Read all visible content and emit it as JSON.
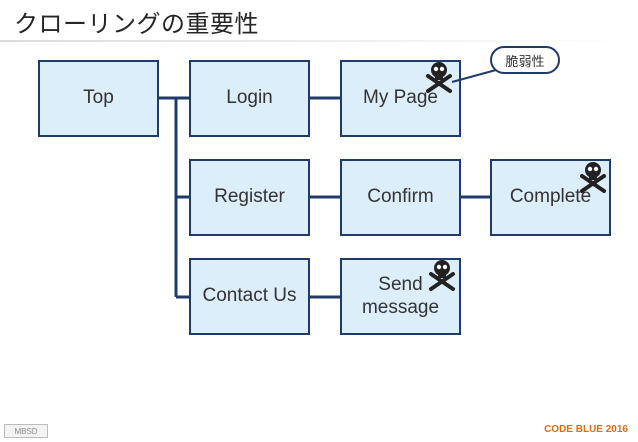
{
  "slide": {
    "title": "クローリングの重要性",
    "callout": "脆弱性",
    "logo_text": "MBSD",
    "footer": "CODE BLUE 2016"
  },
  "nodes": {
    "top": "Top",
    "login": "Login",
    "mypage": "My Page",
    "register": "Register",
    "confirm": "Confirm",
    "complete": "Complete",
    "contact": "Contact Us",
    "send_line1": "Send",
    "send_line2": "message"
  },
  "vulnerable_pages": [
    "My Page",
    "Complete",
    "Send message"
  ],
  "colors": {
    "node_fill": "#ddeefb",
    "node_border": "#1f3b6b",
    "connector": "#1f3b6b",
    "footer": "#e36c0a"
  }
}
